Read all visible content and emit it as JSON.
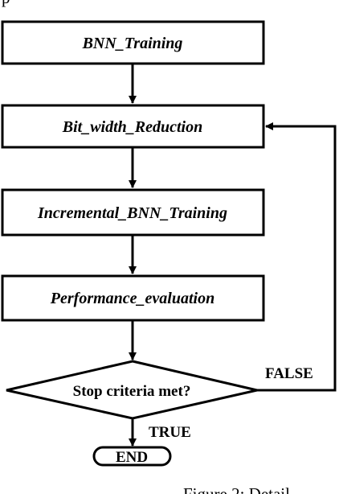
{
  "top_fragment": "p",
  "boxes": {
    "bnn_training": "BNN_Training",
    "bit_width_reduction": "Bit_width_Reduction",
    "incremental_bnn_training": "Incremental_BNN_Training",
    "performance_evaluation": "Performance_evaluation"
  },
  "decision": "Stop criteria met?",
  "false_label": "FALSE",
  "true_label": "TRUE",
  "end_label": "END",
  "caption_fragment": "Figure 2: Detail",
  "colors": {
    "stroke": "#000000",
    "background": "#ffffff"
  }
}
